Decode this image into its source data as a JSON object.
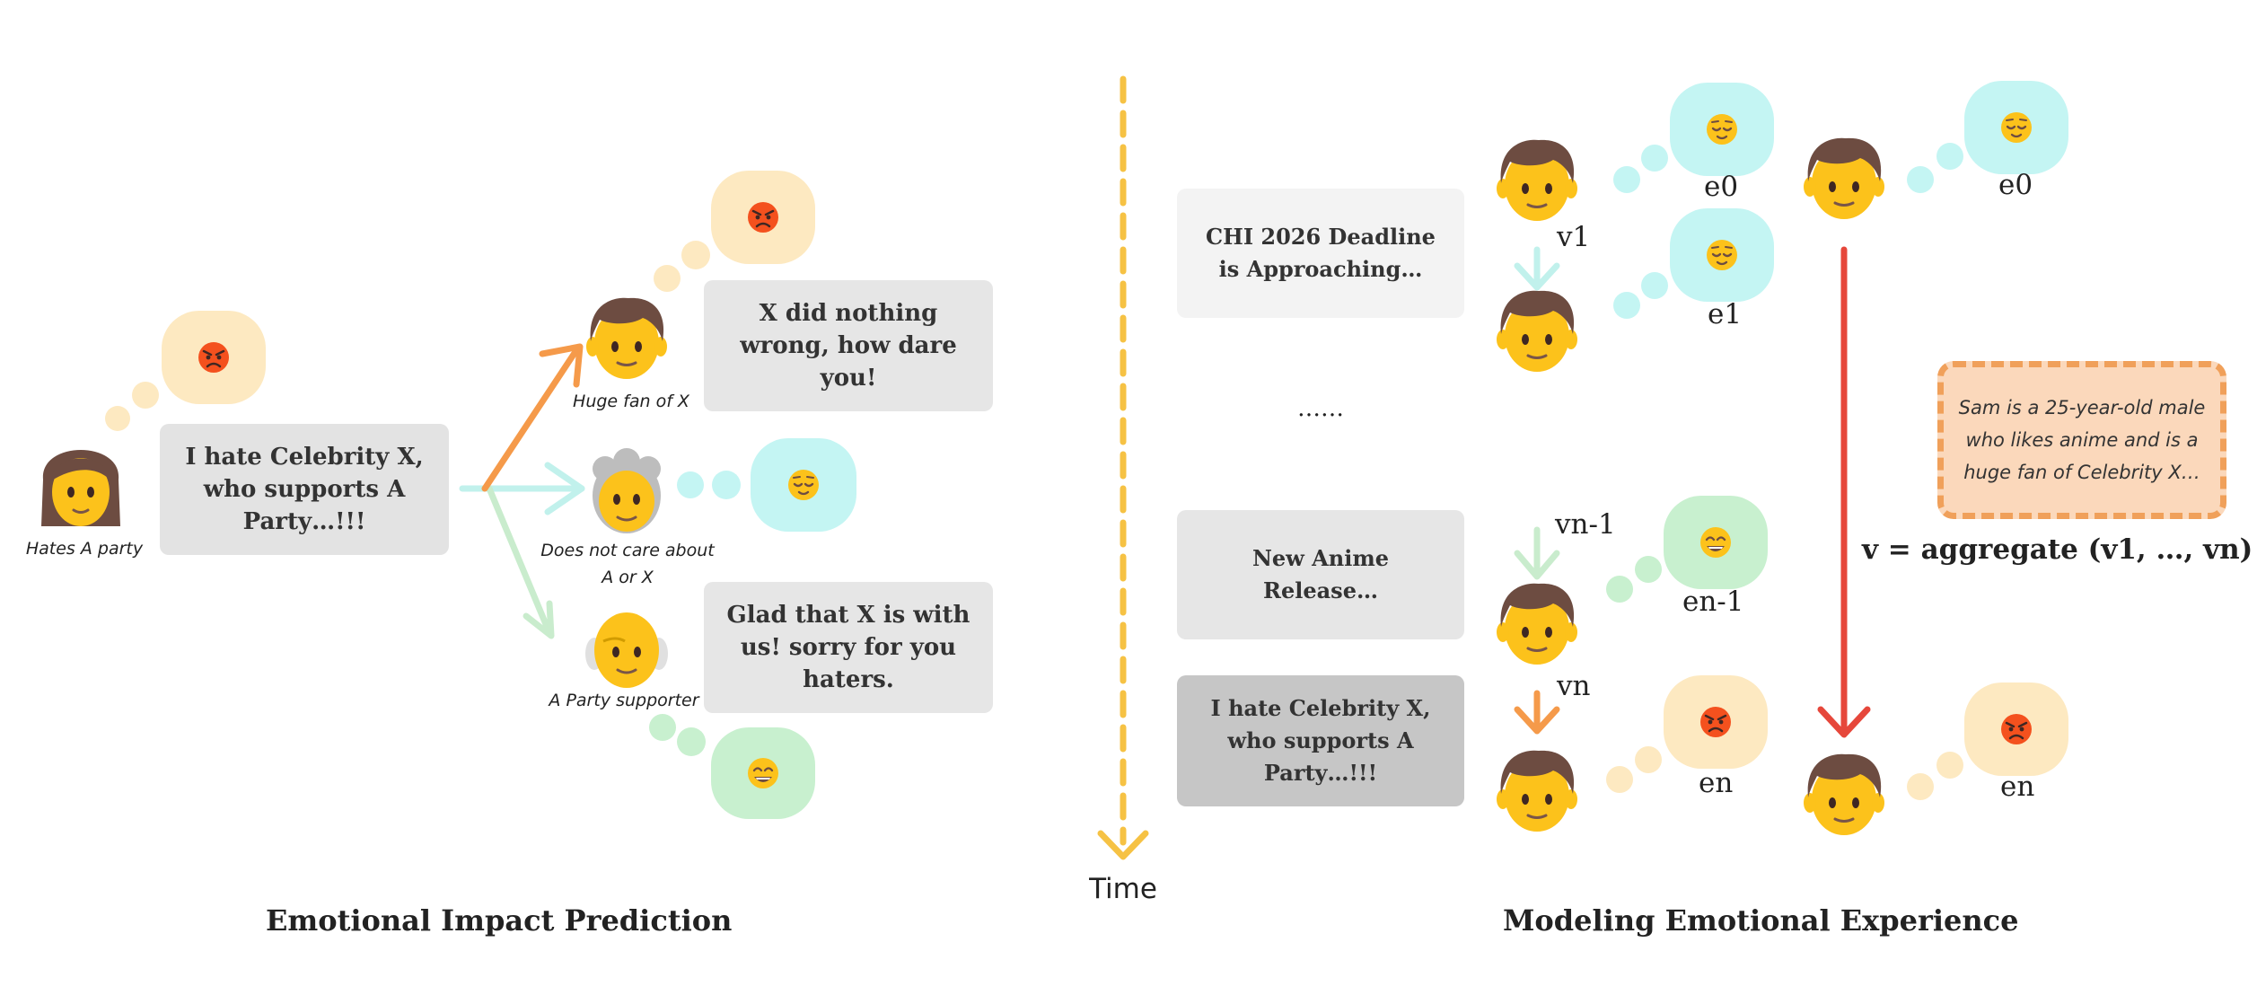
{
  "left": {
    "title": "Emotional Impact Prediction",
    "speaker_caption": "Hates A party",
    "post_text": "I hate Celebrity X, who supports A Party…!!!",
    "reader1_caption": "Huge fan of X",
    "reader1_reply": "X did nothing wrong, how dare you!",
    "reader2_caption": "Does not care about A or X",
    "reader3_caption": "A Party supporter",
    "reader3_reply": "Glad that X is with us! sorry for you haters."
  },
  "time_label": "Time",
  "right": {
    "title": "Modeling Emotional Experience",
    "events": [
      "CHI 2026 Deadline is Approaching…",
      "……",
      "New Anime Release…",
      "I hate Celebrity X, who supports A Party…!!!"
    ],
    "labels": {
      "v1": "v1",
      "e0": "e0",
      "e1": "e1",
      "vn_1": "vn-1",
      "en_1": "en-1",
      "vn": "vn",
      "en": "en",
      "agg_e0": "e0",
      "agg_en": "en"
    },
    "persona_text": "Sam is a 25-year-old male who likes anime and is a huge fan of Celebrity X…",
    "aggregate_formula": "v = aggregate (v1, …, vn)"
  },
  "icons": {
    "woman": "woman-face-icon",
    "man": "man-face-icon",
    "elder": "elderly-face-icon",
    "angry": "angry-emoji-icon",
    "relieved": "relieved-emoji-icon",
    "grinning": "grinning-emoji-icon"
  },
  "colors": {
    "angry_bubble": "#fde9c1",
    "calm_bubble": "#c4f5f3",
    "happy_bubble": "#c8f0cf",
    "time_axis": "#f6c244",
    "orange_arrow": "#f59a4a",
    "teal_arrow": "#c1f1ec",
    "green_arrow": "#c9eccd",
    "red_arrow": "#e6473b"
  }
}
